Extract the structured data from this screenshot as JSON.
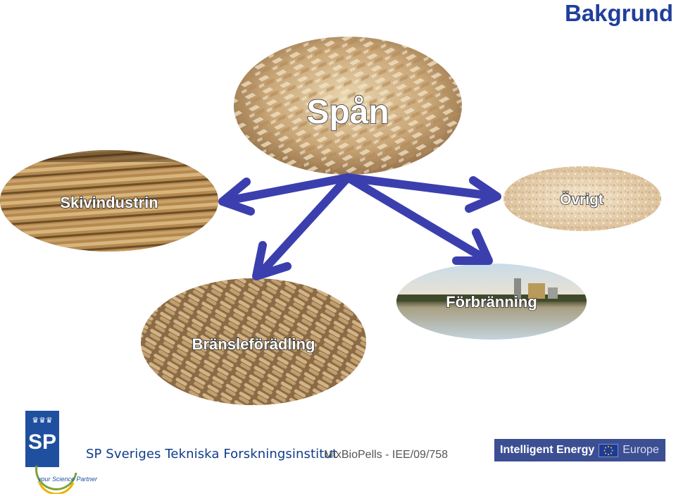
{
  "slide": {
    "title": "Bakgrund"
  },
  "diagram": {
    "center": {
      "label": "Spån"
    },
    "nodes": [
      {
        "id": "skivindustrin",
        "label": "Skivindustrin"
      },
      {
        "id": "ovrigt",
        "label": "Övrigt"
      },
      {
        "id": "bransleforadling",
        "label": "Bränsleförädling"
      },
      {
        "id": "forbranning",
        "label": "Förbränning"
      }
    ],
    "arrow_color": "#3b3fae"
  },
  "footer": {
    "sp_logo_text": "SP",
    "sp_tagline": "your Science Partner",
    "org_name": "SP Sveriges Tekniska Forskningsinstitut",
    "project": "MixBioPells - IEE/09/758",
    "program_logo": {
      "part1": "Intelligent Energy",
      "part2": "Europe"
    }
  },
  "colors": {
    "title": "#1f3f9c",
    "sp_blue": "#1f4f9f",
    "ie_bg": "#3d4f93"
  }
}
